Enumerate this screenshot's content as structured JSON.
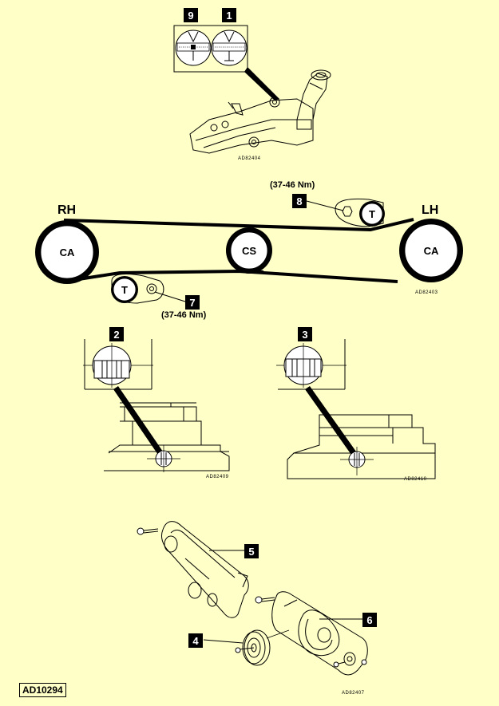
{
  "callouts": {
    "c1": "1",
    "c2": "2",
    "c3": "3",
    "c4": "4",
    "c5": "5",
    "c6": "6",
    "c7": "7",
    "c8": "8",
    "c9": "9"
  },
  "belt_diagram": {
    "rh_label": "RH",
    "lh_label": "LH",
    "ca_left": "CA",
    "ca_right": "CA",
    "cs": "CS",
    "t_upper": "T",
    "t_lower": "T",
    "torque_upper": "(37-46 Nm)",
    "torque_lower": "(37-46 Nm)"
  },
  "figure_refs": {
    "top": "AD82404",
    "belt": "AD82403",
    "mid_left": "AD82409",
    "mid_right": "AD82410",
    "bottom": "AD82407"
  },
  "footer_id": "AD10294"
}
